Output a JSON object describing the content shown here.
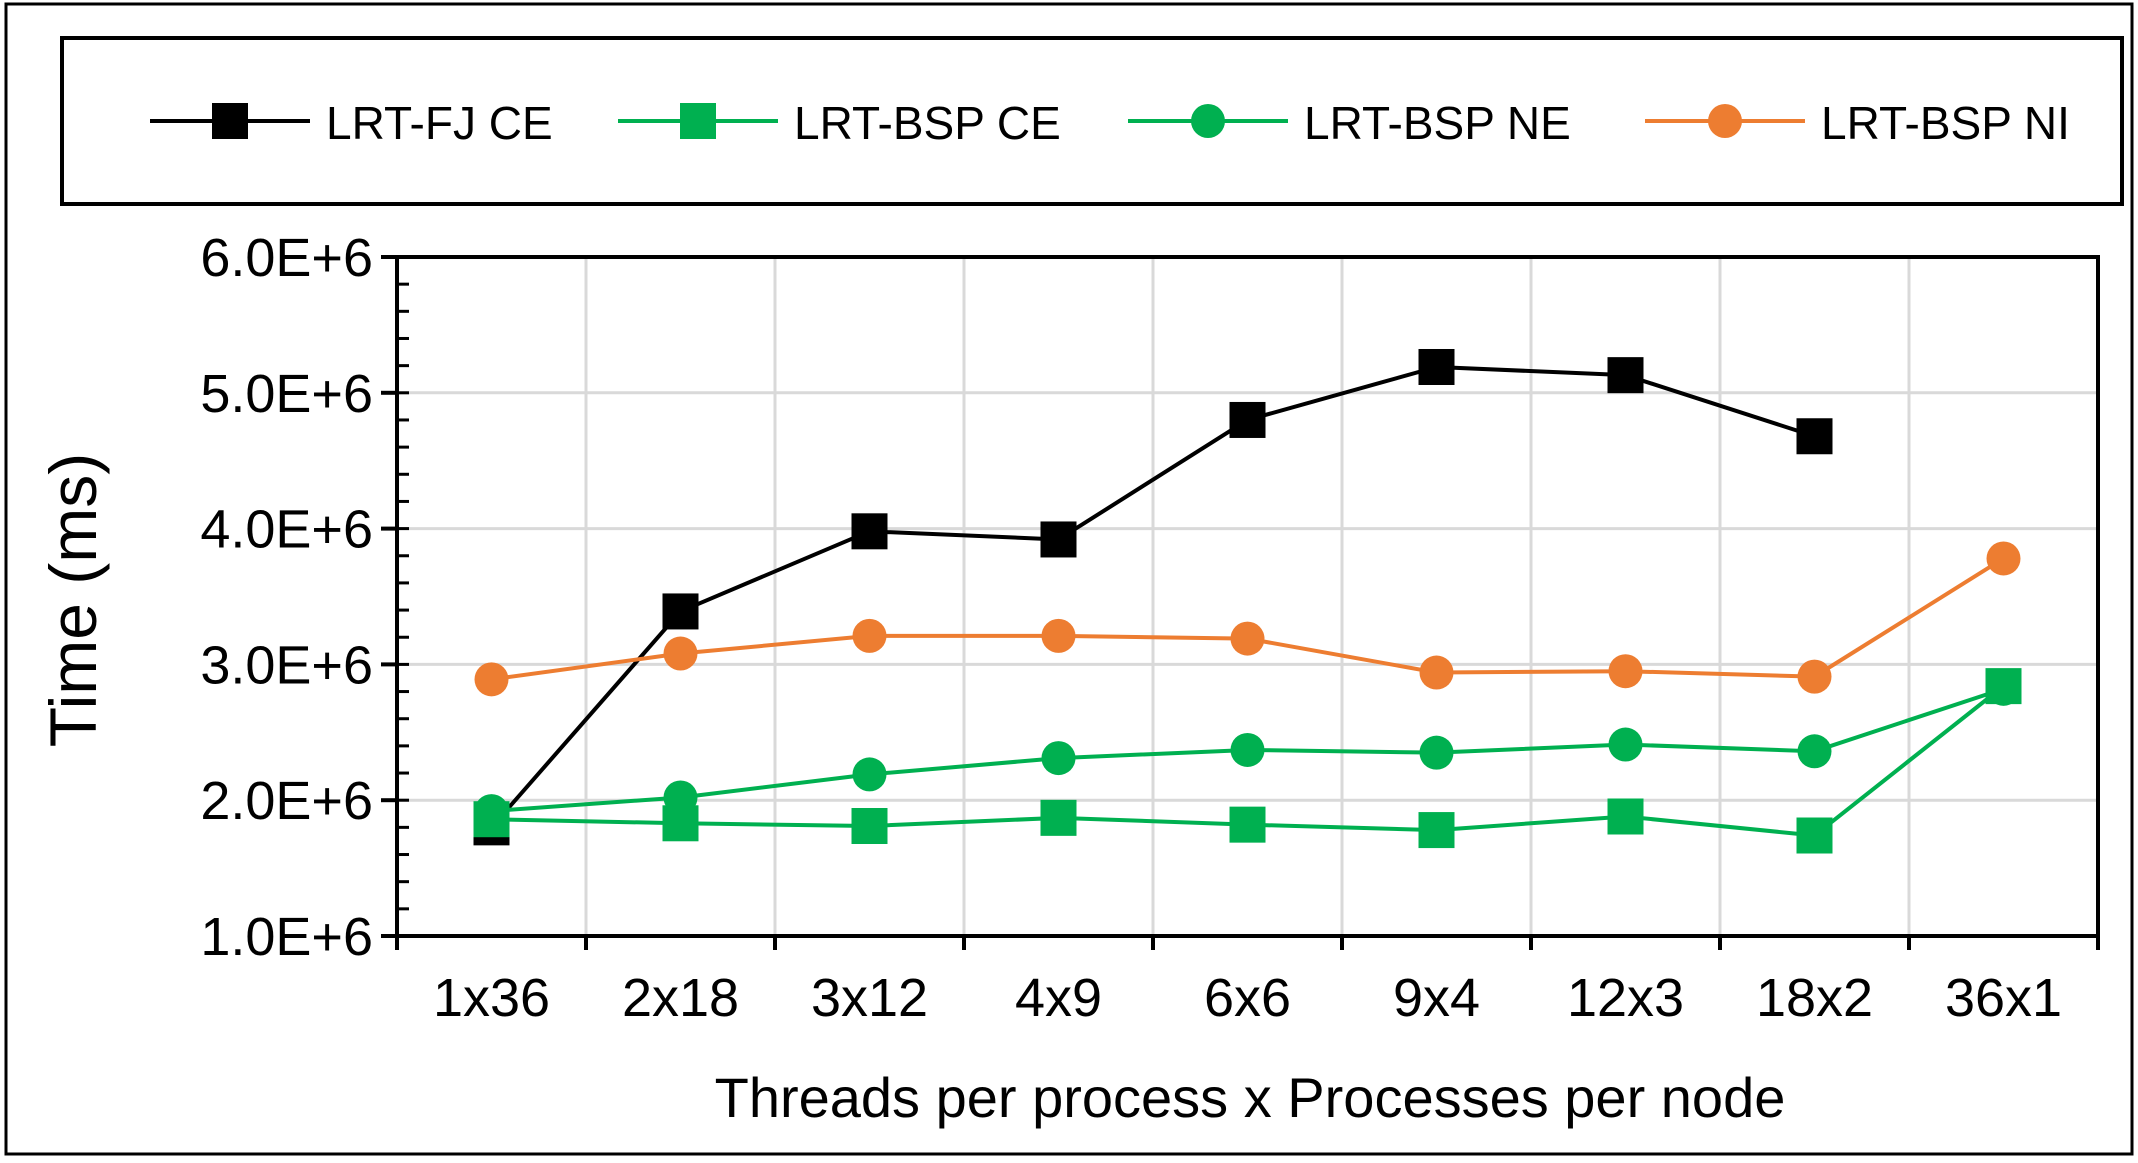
{
  "chart_data": {
    "type": "line",
    "title": "",
    "xlabel": "Threads per process x Processes per node",
    "ylabel": "Time (ms)",
    "categories": [
      "1x36",
      "2x18",
      "3x12",
      "4x9",
      "6x6",
      "9x4",
      "12x3",
      "18x2",
      "36x1"
    ],
    "ylim": [
      1000000,
      6000000
    ],
    "yticks": [
      1000000,
      2000000,
      3000000,
      4000000,
      5000000,
      6000000
    ],
    "ytick_labels": [
      "1.0E+6",
      "2.0E+6",
      "3.0E+6",
      "4.0E+6",
      "5.0E+6",
      "6.0E+6"
    ],
    "grid": true,
    "legend_position": "top",
    "series": [
      {
        "name": "LRT-FJ CE",
        "color": "#000000",
        "marker": "square",
        "values": [
          1800000,
          3390000,
          3980000,
          3920000,
          4800000,
          5190000,
          5130000,
          4680000,
          null
        ]
      },
      {
        "name": "LRT-BSP CE",
        "color": "#00B050",
        "marker": "square",
        "values": [
          1860000,
          1830000,
          1810000,
          1870000,
          1820000,
          1780000,
          1880000,
          1740000,
          2840000
        ]
      },
      {
        "name": "LRT-BSP NE",
        "color": "#00B050",
        "marker": "circle",
        "values": [
          1920000,
          2020000,
          2190000,
          2310000,
          2370000,
          2350000,
          2410000,
          2360000,
          2820000
        ]
      },
      {
        "name": "LRT-BSP NI",
        "color": "#ED7D31",
        "marker": "circle",
        "values": [
          2890000,
          3080000,
          3210000,
          3210000,
          3190000,
          2940000,
          2950000,
          2910000,
          3780000
        ]
      }
    ]
  }
}
